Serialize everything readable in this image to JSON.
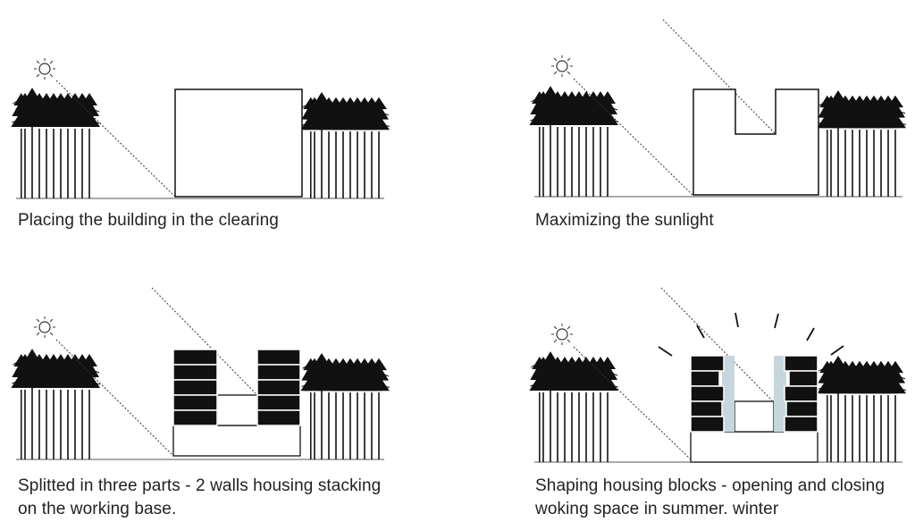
{
  "captions": {
    "panel1": "Placing the building in the clearing",
    "panel2": "Maximizing the sunlight",
    "panel3_line1": "Splitted in three parts - 2 walls housing stacking",
    "panel3_line2": "on the working base.",
    "panel4_line1": "Shaping housing blocks - opening and closing",
    "panel4_line2": "woking space in summer. winter"
  },
  "colors": {
    "ink": "#111111",
    "glass": "#c6d6dc",
    "sun_ray": "#333333"
  },
  "icons": [
    "sun-icon",
    "tree-cluster-icon"
  ]
}
